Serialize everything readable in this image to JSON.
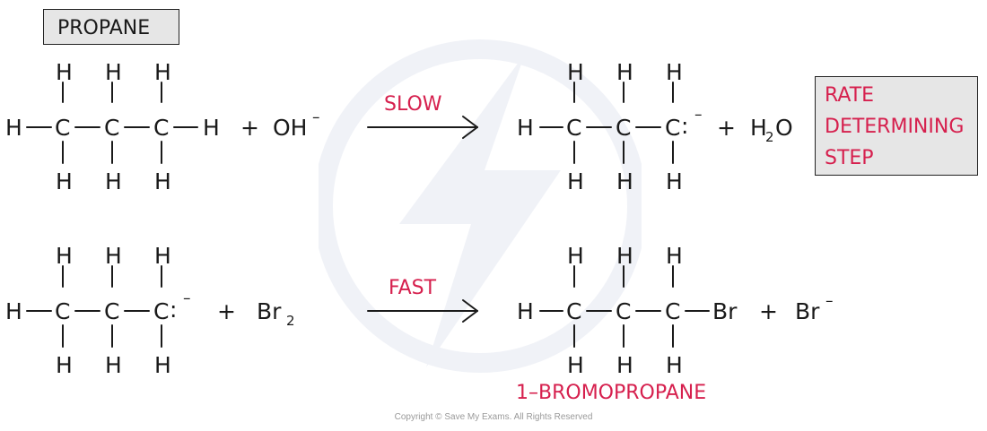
{
  "labels": {
    "propane": "PROPANE",
    "slow": "SLOW",
    "fast": "FAST",
    "product_name": "1–BROMOPROPANE",
    "rds_line1": "RATE",
    "rds_line2": "DETERMINING",
    "rds_line3": "STEP",
    "copyright": "Copyright © Save My Exams. All Rights Reserved"
  },
  "atoms": {
    "H": "H",
    "C": "C",
    "Br": "Br",
    "O": "O"
  },
  "species": {
    "hydroxide": "OH",
    "hydroxide_charge": "–",
    "water_H": "H",
    "water_sub": "2",
    "water_O": "O",
    "bromine": "Br",
    "bromine_sub": "2",
    "bromide": "Br",
    "bromide_charge": "–",
    "carbanion_dots": ":",
    "carbanion_charge": "–"
  },
  "operators": {
    "plus": "+"
  },
  "colors": {
    "accent": "#d6204e",
    "box_fill": "#e6e6e6"
  }
}
